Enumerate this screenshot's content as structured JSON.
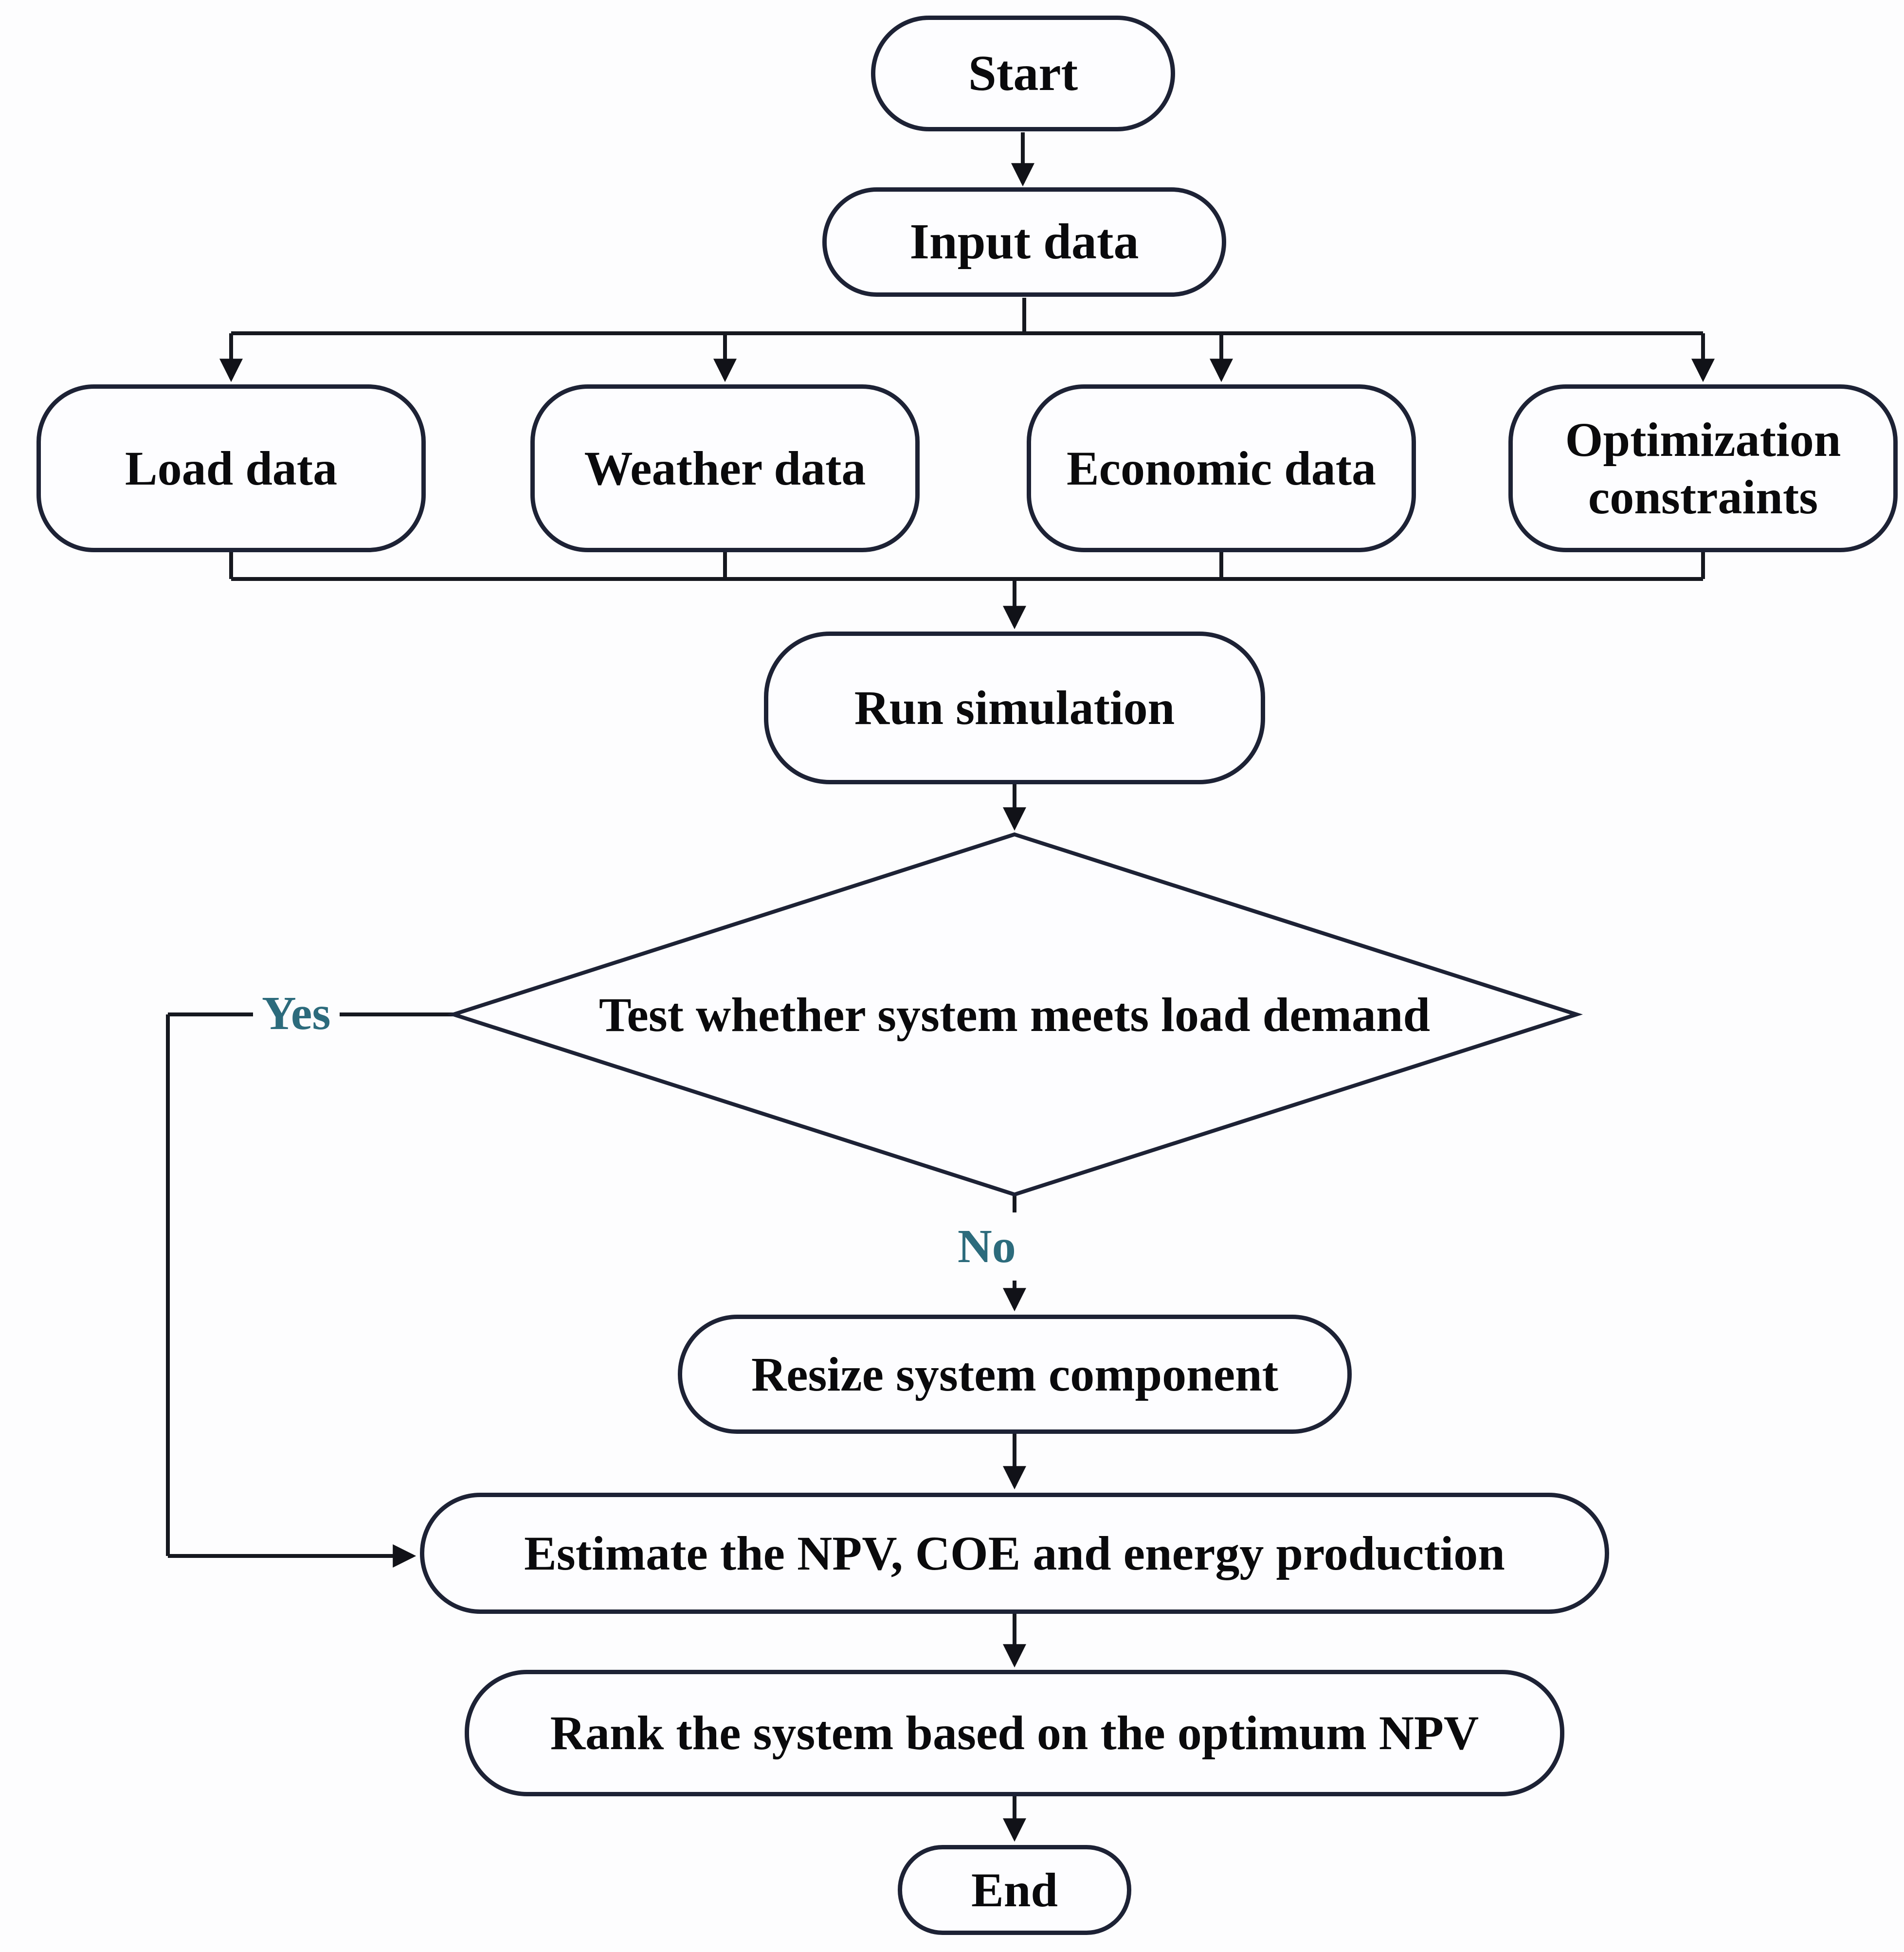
{
  "figure": {
    "type": "flowchart",
    "background_color": "#fdfdfe"
  },
  "colors": {
    "shape_border": "#1d2235",
    "connector_line": "#16181f",
    "node_text": "#0a0a0c",
    "branch_label_text": "#2c6b7c",
    "node_fill": "#fdfdff"
  },
  "flowchart": {
    "nodes": {
      "start": {
        "label": "Start"
      },
      "input_data": {
        "label": "Input data"
      },
      "load_data": {
        "label": "Load data"
      },
      "weather_data": {
        "label": "Weather data"
      },
      "economic_data": {
        "label": "Economic data"
      },
      "optimization_constraints": {
        "label": "Optimization constraints"
      },
      "run_simulation": {
        "label": "Run simulation"
      },
      "decision": {
        "label": "Test whether system meets load demand"
      },
      "resize_system": {
        "label": "Resize system component"
      },
      "estimate_npv": {
        "label": "Estimate the NPV, COE and energy production"
      },
      "rank_system": {
        "label": "Rank the system based on the optimum NPV"
      },
      "end": {
        "label": "End"
      }
    },
    "branches": {
      "yes": "Yes",
      "no": "No"
    }
  }
}
